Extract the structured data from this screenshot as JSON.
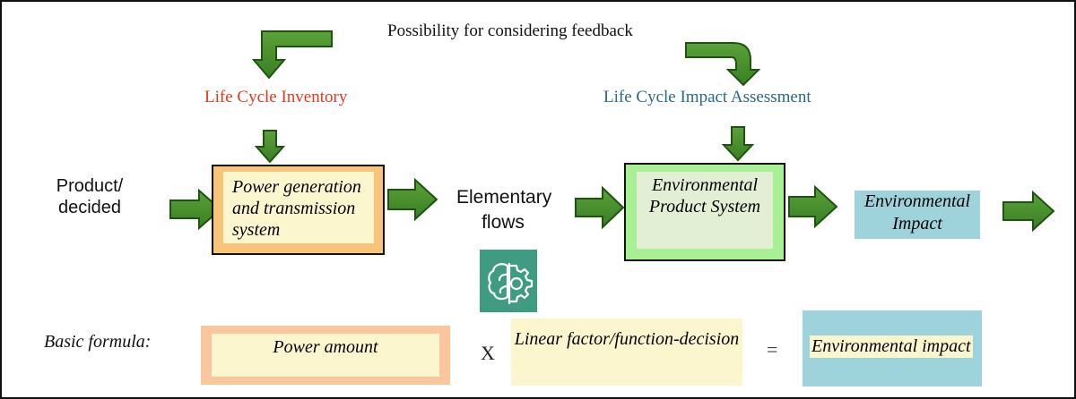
{
  "diagram": {
    "feedback_label": "Possibility for considering feedback",
    "lci_label": "Life Cycle Inventory",
    "lcia_label": "Life Cycle Impact Assessment",
    "product_label": "Product/ decided",
    "power_system_label": "Power generation and transmission system",
    "elementary_flows_label": "Elementary flows",
    "env_product_system_label": "Environmental Product System",
    "env_impact_label": "Environmental Impact",
    "ai_icon": "brain-gear-icon"
  },
  "formula": {
    "basic_label": "Basic formula:",
    "power_amount_label": "Power amount",
    "operator_times": "X",
    "linear_factor_label": "Linear factor/function-decision",
    "operator_equals": "=",
    "env_impact_label": "Environmental impact"
  },
  "colors": {
    "arrow_fill": "#3f8a2a",
    "arrow_stroke": "#1f5410",
    "lci_text": "#e8391a",
    "lcia_text": "#2a6a84",
    "power_box_border": "#f7c47a",
    "box_inner_cream": "#fcf6cf",
    "env_system_border": "#a9ef95",
    "env_system_inner": "#e2efd5",
    "env_impact_fill": "#9ed3dc",
    "power_amount_border": "#f9c69e",
    "ai_icon_bg": "#3f9c83"
  }
}
